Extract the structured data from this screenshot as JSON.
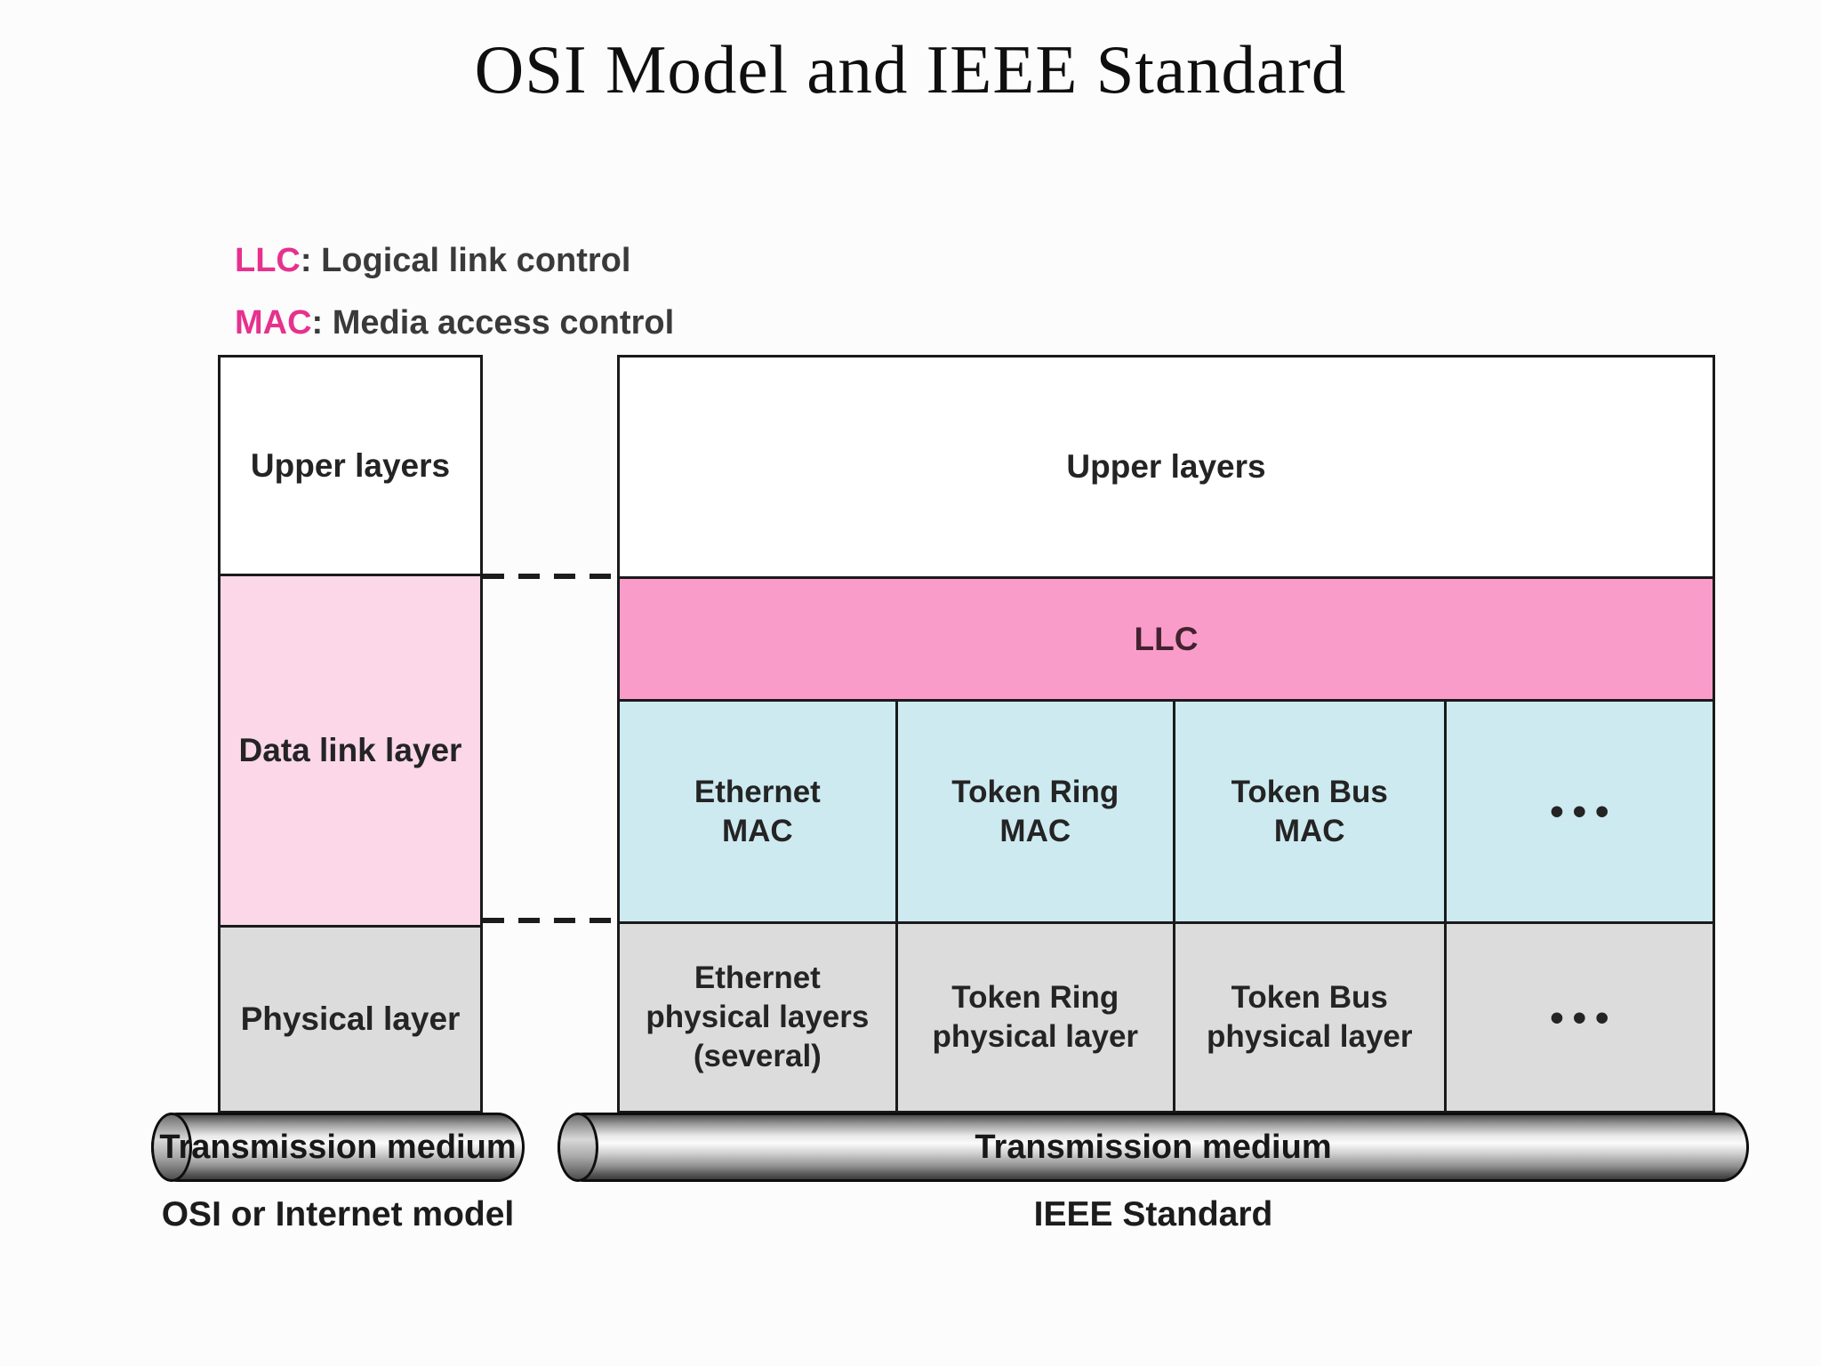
{
  "title": "OSI Model and IEEE Standard",
  "legend": [
    {
      "abbr": "LLC",
      "rest": ": Logical link control"
    },
    {
      "abbr": "MAC",
      "rest": ": Media access control"
    }
  ],
  "osi": {
    "upper": "Upper layers",
    "datalink": "Data link layer",
    "physical": "Physical layer",
    "medium": "Transmission medium",
    "caption": "OSI or Internet model"
  },
  "ieee": {
    "upper": "Upper layers",
    "llc": "LLC",
    "mac_cells": [
      "Ethernet\nMAC",
      "Token Ring\nMAC",
      "Token Bus\nMAC",
      "•••"
    ],
    "phy_cells": [
      "Ethernet\nphysical layers\n(several)",
      "Token Ring\nphysical layer",
      "Token Bus\nphysical layer",
      "•••"
    ],
    "medium": "Transmission medium",
    "caption": "IEEE Standard"
  },
  "colors": {
    "accent_pink": "#e6318e",
    "llc_band": "#f99cca",
    "datalink_pink": "#fbd7e8",
    "mac_blue": "#cdeaf0",
    "phys_gray": "#dcdcdc"
  }
}
